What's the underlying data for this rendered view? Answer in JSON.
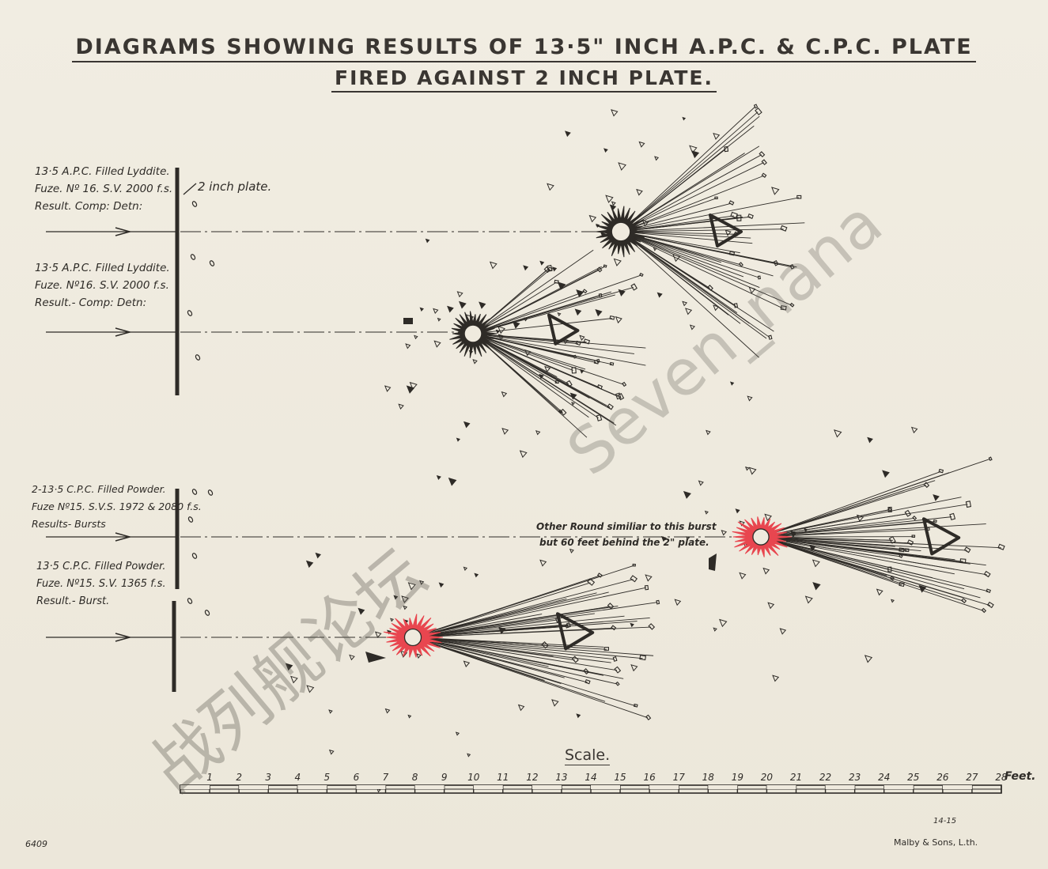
{
  "title": {
    "line1": "DIAGRAMS SHOWING RESULTS OF 13·5\" INCH A.P.C. & C.P.C. PLATE",
    "line2": "FIRED AGAINST 2 INCH PLATE."
  },
  "plate_label": "2 inch plate.",
  "shots": [
    {
      "lines": [
        "13·5 A.P.C. Filled Lyddite.",
        "Fuze. Nº 16. S.V. 2000 f.s.",
        "Result. Comp: Detn:"
      ]
    },
    {
      "lines": [
        "13·5 A.P.C. Filled Lyddite.",
        "Fuze. Nº16. S.V. 2000 f.s.",
        "Result.- Comp: Detn:"
      ]
    },
    {
      "lines": [
        "2-13·5 C.P.C. Filled Powder.",
        "Fuze Nº15. S.V.S. 1972 & 2080 f.s.",
        "Results- Bursts"
      ]
    },
    {
      "lines": [
        "13·5 C.P.C. Filled Powder.",
        "Fuze. Nº15. S.V. 1365 f.s.",
        "Result.- Burst."
      ]
    }
  ],
  "annotation": {
    "line1": "Other Round similiar to this burst",
    "line2": "but 60 feet behind the 2\" plate."
  },
  "scale": {
    "title": "Scale.",
    "ticks": [
      "1",
      "2",
      "3",
      "4",
      "5",
      "6",
      "7",
      "8",
      "9",
      "10",
      "11",
      "12",
      "13",
      "14",
      "15",
      "16",
      "17",
      "18",
      "19",
      "20",
      "21",
      "22",
      "23",
      "24",
      "25",
      "26",
      "27",
      "28"
    ],
    "unit": "Feet."
  },
  "footer": {
    "plate_number": "6409",
    "date_code": "14-15",
    "printer": "Malby & Sons, L.th."
  },
  "watermark": {
    "cn": "战列舰论坛",
    "en": "Seven_nana"
  },
  "colors": {
    "ink": "#2e2b27",
    "burst_red": "#e8464f",
    "paper": "#efeade"
  }
}
